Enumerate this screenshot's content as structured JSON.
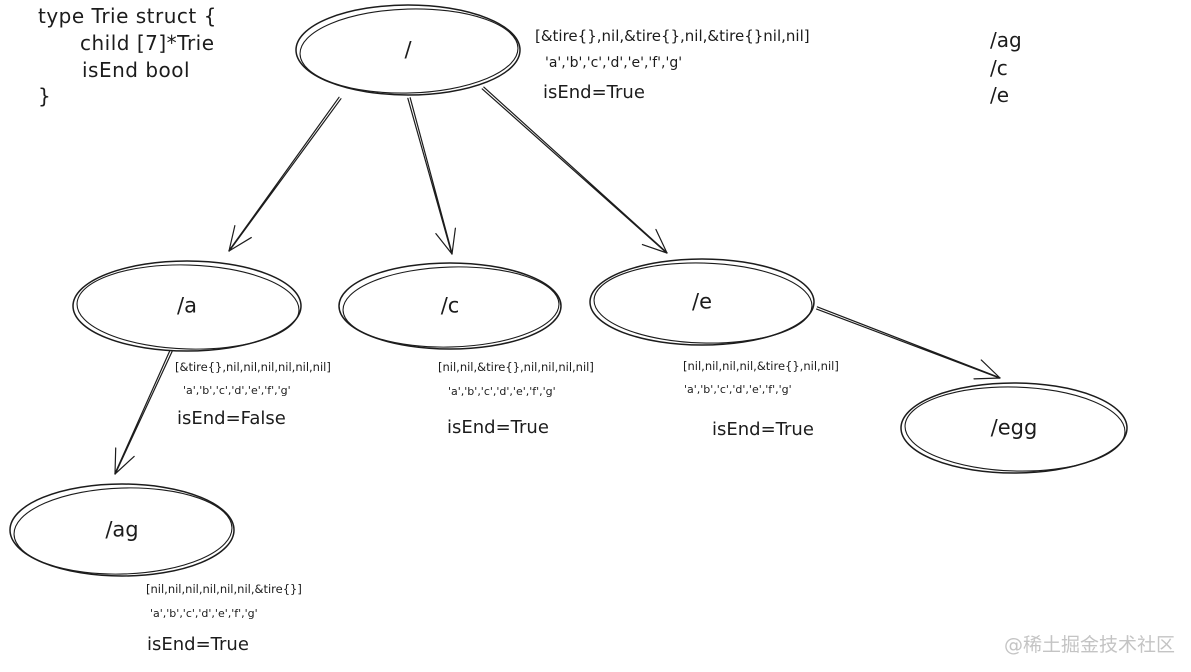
{
  "code_block": {
    "line1": "type Trie struct {",
    "line2": "child [7]*Trie",
    "line3": "isEnd bool",
    "line4": "}"
  },
  "nodes": {
    "root": {
      "label": "/",
      "array": "[&tire{},nil,&tire{},nil,&tire{}nil,nil]",
      "letters": "'a','b','c','d','e','f','g'",
      "is_end": "isEnd=True"
    },
    "a": {
      "label": "/a",
      "array": "[&tire{},nil,nil,nil,nil,nil,nil]",
      "letters": "'a','b','c','d','e','f','g'",
      "is_end": "isEnd=False"
    },
    "c": {
      "label": "/c",
      "array": "[nil,nil,&tire{},nil,nil,nil,nil]",
      "letters": "'a','b','c','d','e','f','g'",
      "is_end": "isEnd=True"
    },
    "e": {
      "label": "/e",
      "array": "[nil,nil,nil,nil,&tire{},nil,nil]",
      "letters": "'a','b','c','d','e','f','g'",
      "is_end": "isEnd=True"
    },
    "ag": {
      "label": "/ag",
      "array": "[nil,nil,nil,nil,nil,nil,&tire{}]",
      "letters": "'a','b','c','d','e','f','g'",
      "is_end": "isEnd=True"
    },
    "egg": {
      "label": "/egg"
    }
  },
  "path_list": [
    "/ag",
    "/c",
    "/e"
  ],
  "watermark": "@稀土掘金技术社区",
  "colors": {
    "ink": "#1c1c1c",
    "background": "#ffffff",
    "watermark": "#c4c4c4"
  }
}
